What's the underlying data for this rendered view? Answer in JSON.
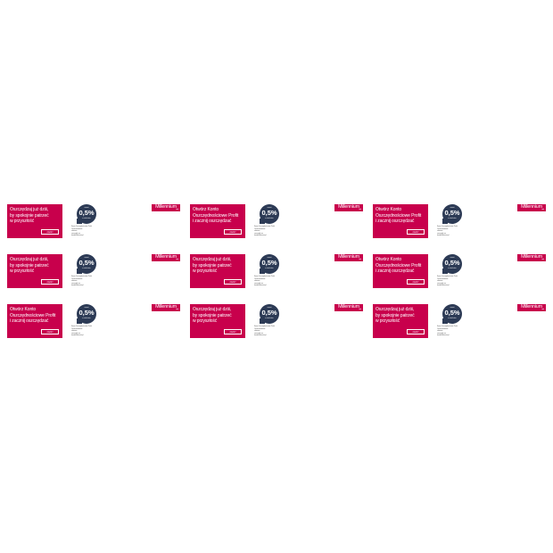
{
  "brand": {
    "name": "Millennium",
    "sub": "bank",
    "color": "#c8004c",
    "badge_color": "#2c3a55"
  },
  "texts": {
    "save": "Oszczędzaj już dziś,\nby spokojnie patrzeć\nw przyszłość",
    "profit": "Otwórz Konto\nOszczędnościowe Profit\ni zacznij oszczędzać"
  },
  "cta": "otwórz",
  "rate": {
    "pre": "nawet",
    "value": "0,5%",
    "post": "w skali roku"
  },
  "fine": "Konto Oszczędnościowe Profit\nOprocentowanie\nzmienne\nszczegóły na\nbankmillennium.pl",
  "layout_variants": [
    [
      "save",
      "profit",
      "profit"
    ],
    [
      "save",
      "save",
      "profit"
    ],
    [
      "profit",
      "save",
      "save"
    ]
  ]
}
